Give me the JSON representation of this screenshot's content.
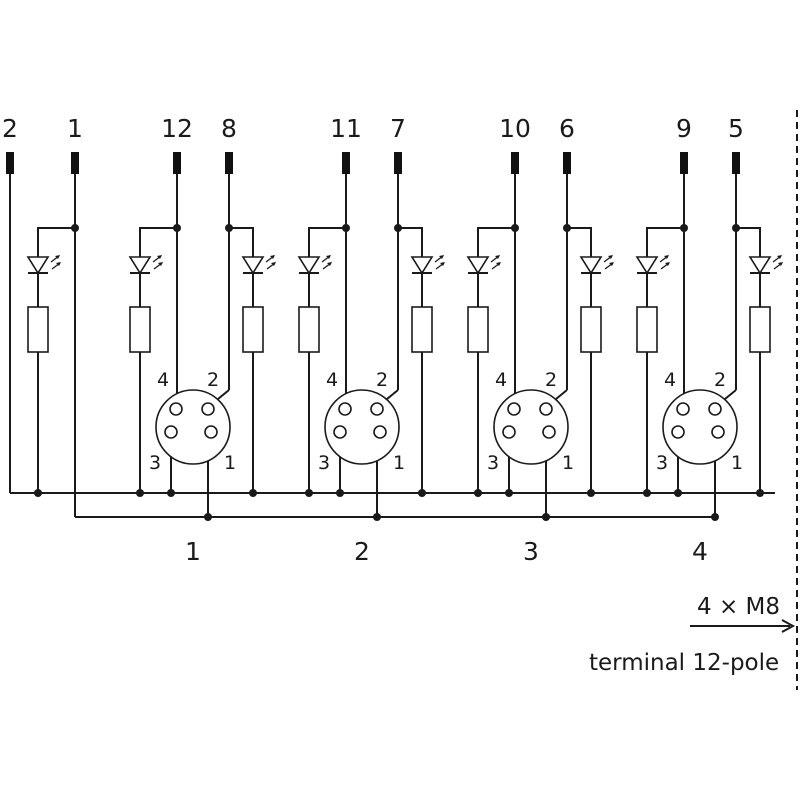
{
  "terminal_pins": [
    "2",
    "1",
    "12",
    "8",
    "11",
    "7",
    "10",
    "6",
    "9",
    "5"
  ],
  "connector_pin_labels": {
    "top_left": "4",
    "top_right": "2",
    "bottom_left": "3",
    "bottom_right": "1"
  },
  "port_labels": [
    "1",
    "2",
    "3",
    "4"
  ],
  "connector_type": "4 × M8",
  "terminal_label": "terminal 12-pole",
  "colors": {
    "line": "#1a1a1a",
    "background": "#ffffff"
  }
}
